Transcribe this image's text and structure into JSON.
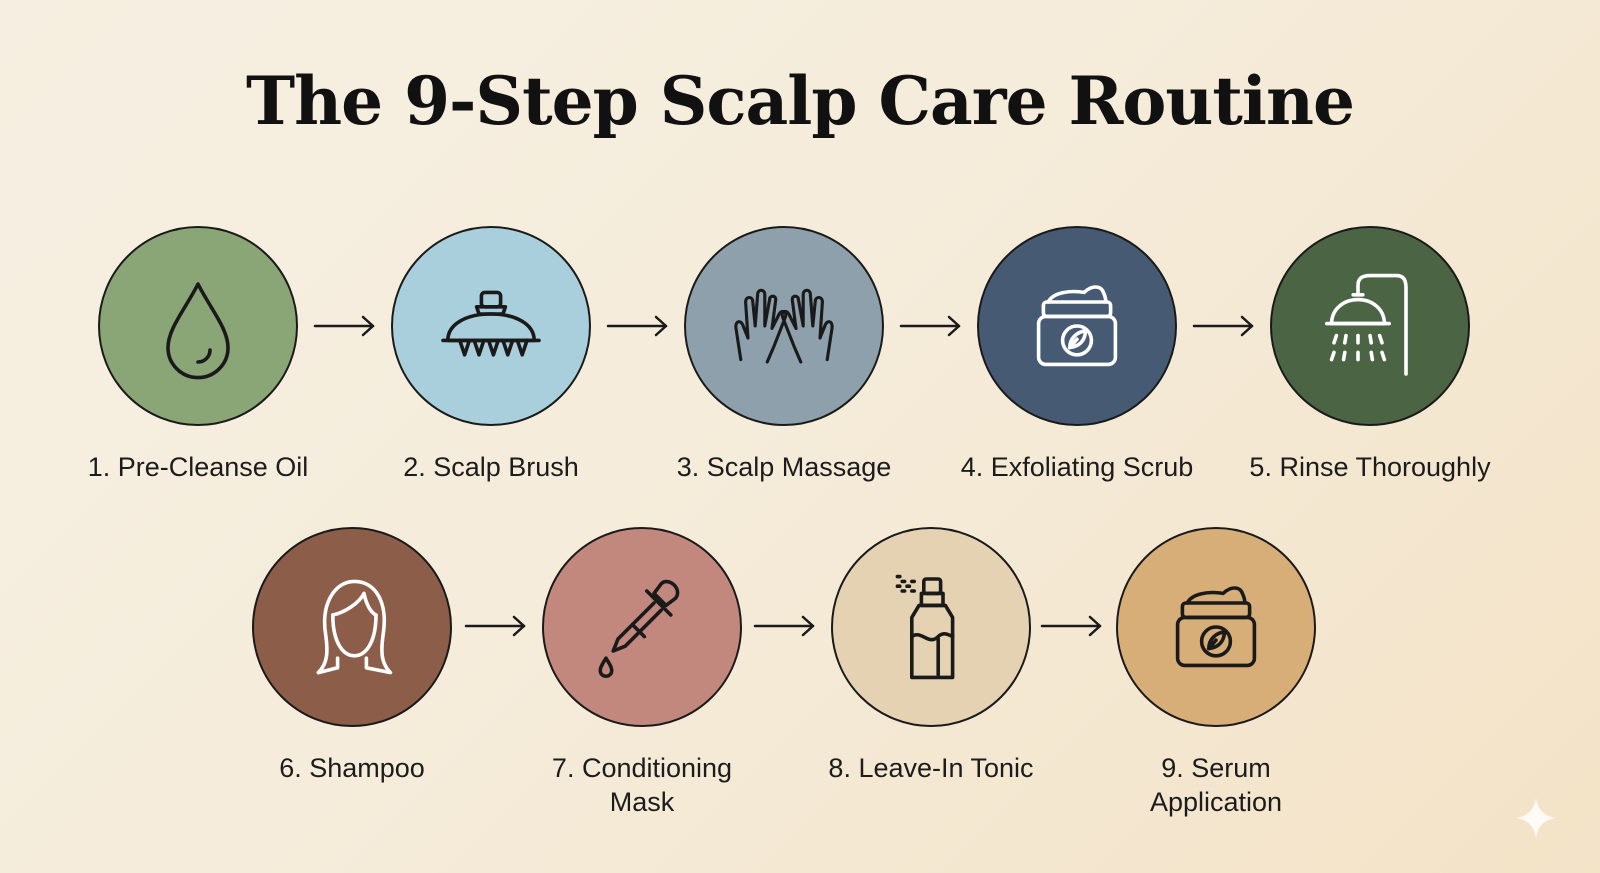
{
  "title": "The 9-Step Scalp Care Routine",
  "steps": [
    {
      "label": "1. Pre-Cleanse Oil",
      "icon": "oil-drop-icon",
      "color": "#8aa676"
    },
    {
      "label": "2. Scalp Brush",
      "icon": "scalp-brush-icon",
      "color": "#a9cfdc"
    },
    {
      "label": "3. Scalp Massage",
      "icon": "hands-icon",
      "color": "#8da0ab"
    },
    {
      "label": "4. Exfoliating Scrub",
      "icon": "scrub-jar-icon",
      "color": "#465a73"
    },
    {
      "label": "5. Rinse Thoroughly",
      "icon": "shower-icon",
      "color": "#4b6544"
    },
    {
      "label": "6. Shampoo",
      "icon": "woman-head-icon",
      "color": "#8c5d48"
    },
    {
      "label": "7. Conditioning\nMask",
      "icon": "dropper-icon",
      "color": "#c2887e"
    },
    {
      "label": "8. Leave-In Tonic",
      "icon": "spray-bottle-icon",
      "color": "#e4d2b3"
    },
    {
      "label": "9. Serum\nApplication",
      "icon": "serum-jar-icon",
      "color": "#d8ae78"
    }
  ]
}
